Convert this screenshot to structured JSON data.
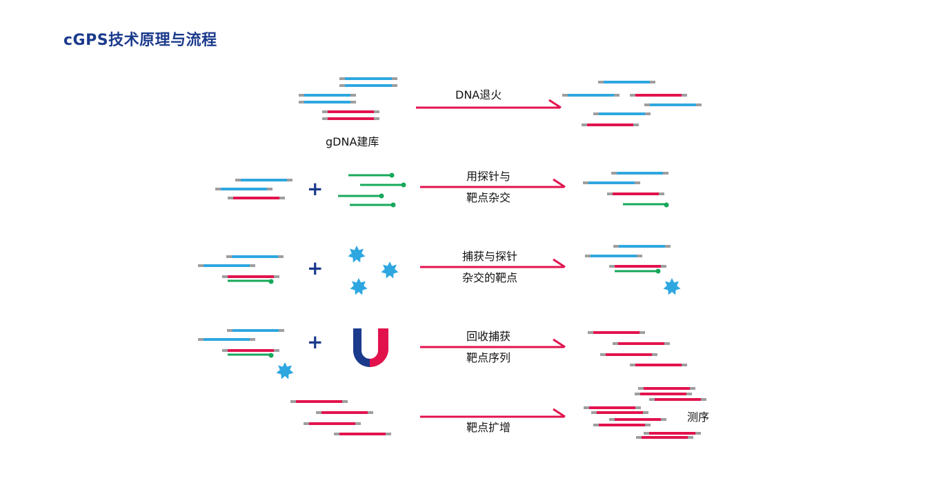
{
  "title": "cGPS技术原理与流程",
  "colors": {
    "blue": "#2ea7e0",
    "red": "#e2124d",
    "green": "#17a85a",
    "gray": "#9e9e9e",
    "navy": "#1b3a8c",
    "arrow": "#e2124d"
  },
  "steps": [
    {
      "label": "DNA退火",
      "sublabel": "gDNA建库"
    },
    {
      "label_line1": "用探针与",
      "label_line2": "靶点杂交"
    },
    {
      "label_line1": "捕获与探针",
      "label_line2": "杂交的靶点"
    },
    {
      "label_line1": "回收捕获",
      "label_line2": "靶点序列"
    },
    {
      "label": "靶点扩增",
      "result": "测序"
    }
  ],
  "plus": "+"
}
